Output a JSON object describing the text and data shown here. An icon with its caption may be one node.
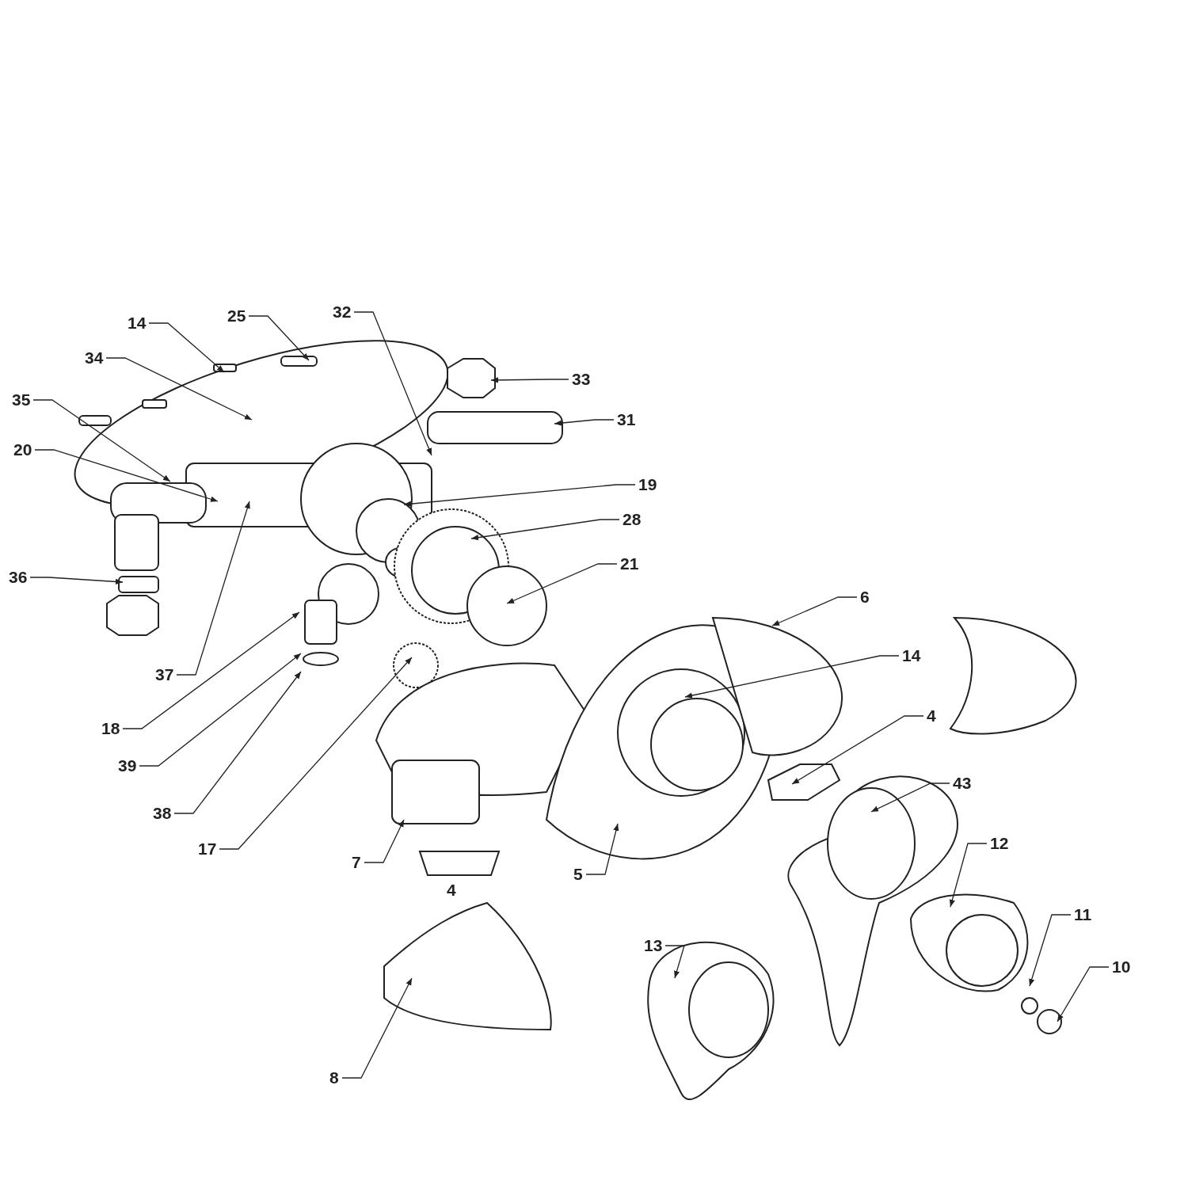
{
  "diagram": {
    "nodes": [
      {
        "text": [
          "32"
        ]
      },
      {
        "text": [
          "25"
        ]
      },
      {
        "text": [
          "14"
        ]
      },
      {
        "text": [
          "34"
        ]
      },
      {
        "text": [
          "33"
        ]
      },
      {
        "text": [
          "35"
        ]
      },
      {
        "text": [
          "31"
        ]
      },
      {
        "text": [
          "20"
        ]
      },
      {
        "text": [
          "19"
        ]
      },
      {
        "text": [
          "28"
        ]
      },
      {
        "text": [
          "21"
        ]
      },
      {
        "text": [
          "36"
        ]
      },
      {
        "text": [
          "6"
        ]
      },
      {
        "text": [
          "37"
        ]
      },
      {
        "text": [
          "14"
        ]
      },
      {
        "text": [
          "18"
        ]
      },
      {
        "text": [
          "4"
        ]
      },
      {
        "text": [
          "39"
        ]
      },
      {
        "text": [
          "43"
        ]
      },
      {
        "text": [
          "38"
        ]
      },
      {
        "text": [
          "17"
        ]
      },
      {
        "text": [
          "7"
        ]
      },
      {
        "text": [
          "5"
        ]
      },
      {
        "text": [
          "12"
        ]
      },
      {
        "text": [
          "11"
        ]
      },
      {
        "text": [
          "13"
        ]
      },
      {
        "text": [
          "10"
        ]
      },
      {
        "text": [
          "8"
        ]
      }
    ],
    "edges": [
      {
        "from": 0,
        "to": null,
        "arrow": "to"
      },
      {
        "from": 1,
        "to": null,
        "arrow": "to"
      },
      {
        "from": 2,
        "to": null,
        "arrow": "to"
      },
      {
        "from": 3,
        "to": null,
        "arrow": "to"
      },
      {
        "from": 4,
        "to": null,
        "arrow": "to"
      },
      {
        "from": 5,
        "to": null,
        "arrow": "to"
      },
      {
        "from": 6,
        "to": null,
        "arrow": "to"
      },
      {
        "from": 7,
        "to": null,
        "arrow": "to"
      },
      {
        "from": 8,
        "to": null,
        "arrow": "to"
      },
      {
        "from": 9,
        "to": null,
        "arrow": "to"
      },
      {
        "from": 10,
        "to": null,
        "arrow": "to"
      },
      {
        "from": 11,
        "to": null,
        "arrow": "to"
      },
      {
        "from": 12,
        "to": null,
        "arrow": "to"
      },
      {
        "from": 13,
        "to": null,
        "arrow": "to"
      },
      {
        "from": 14,
        "to": null,
        "arrow": "to"
      },
      {
        "from": 15,
        "to": null,
        "arrow": "to"
      },
      {
        "from": 16,
        "to": null,
        "arrow": "to"
      },
      {
        "from": 17,
        "to": null,
        "arrow": "to"
      },
      {
        "from": 18,
        "to": null,
        "arrow": "to"
      },
      {
        "from": 19,
        "to": null,
        "arrow": "to"
      },
      {
        "from": 20,
        "to": null,
        "arrow": "to"
      },
      {
        "from": 21,
        "to": null,
        "arrow": "to"
      },
      {
        "from": 22,
        "to": null,
        "arrow": "to"
      },
      {
        "from": 23,
        "to": null,
        "arrow": "to"
      },
      {
        "from": 24,
        "to": null,
        "arrow": "to"
      },
      {
        "from": 25,
        "to": null,
        "arrow": "to"
      },
      {
        "from": 26,
        "to": null,
        "arrow": "to"
      },
      {
        "from": 27,
        "to": null,
        "arrow": "to"
      }
    ],
    "labels": [
      "4"
    ]
  }
}
